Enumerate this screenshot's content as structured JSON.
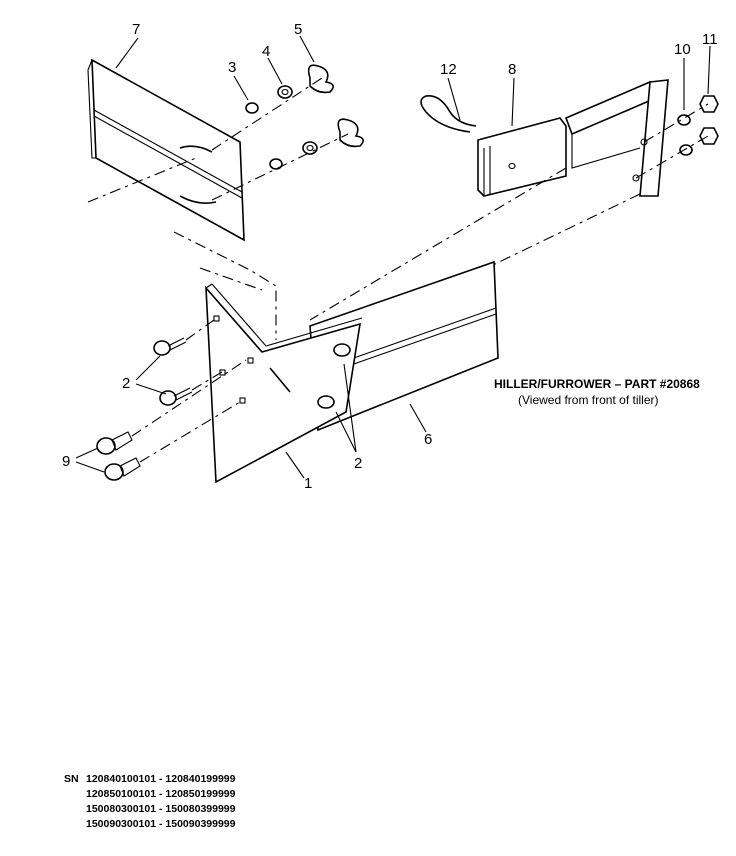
{
  "caption": {
    "title": "HILLER/FURROWER – PART #20868",
    "subtitle": "(Viewed from front of tiller)"
  },
  "callouts": {
    "c1": "1",
    "c2a": "2",
    "c2b": "2",
    "c3": "3",
    "c4": "4",
    "c5": "5",
    "c6": "6",
    "c7": "7",
    "c8": "8",
    "c9": "9",
    "c10": "10",
    "c11": "11",
    "c12": "12"
  },
  "serials": {
    "label": "SN",
    "ranges": [
      "120840100101 - 120840199999",
      "120850100101 - 120850199999",
      "150080300101 - 150080399999",
      "150090300101 - 150090399999"
    ]
  }
}
